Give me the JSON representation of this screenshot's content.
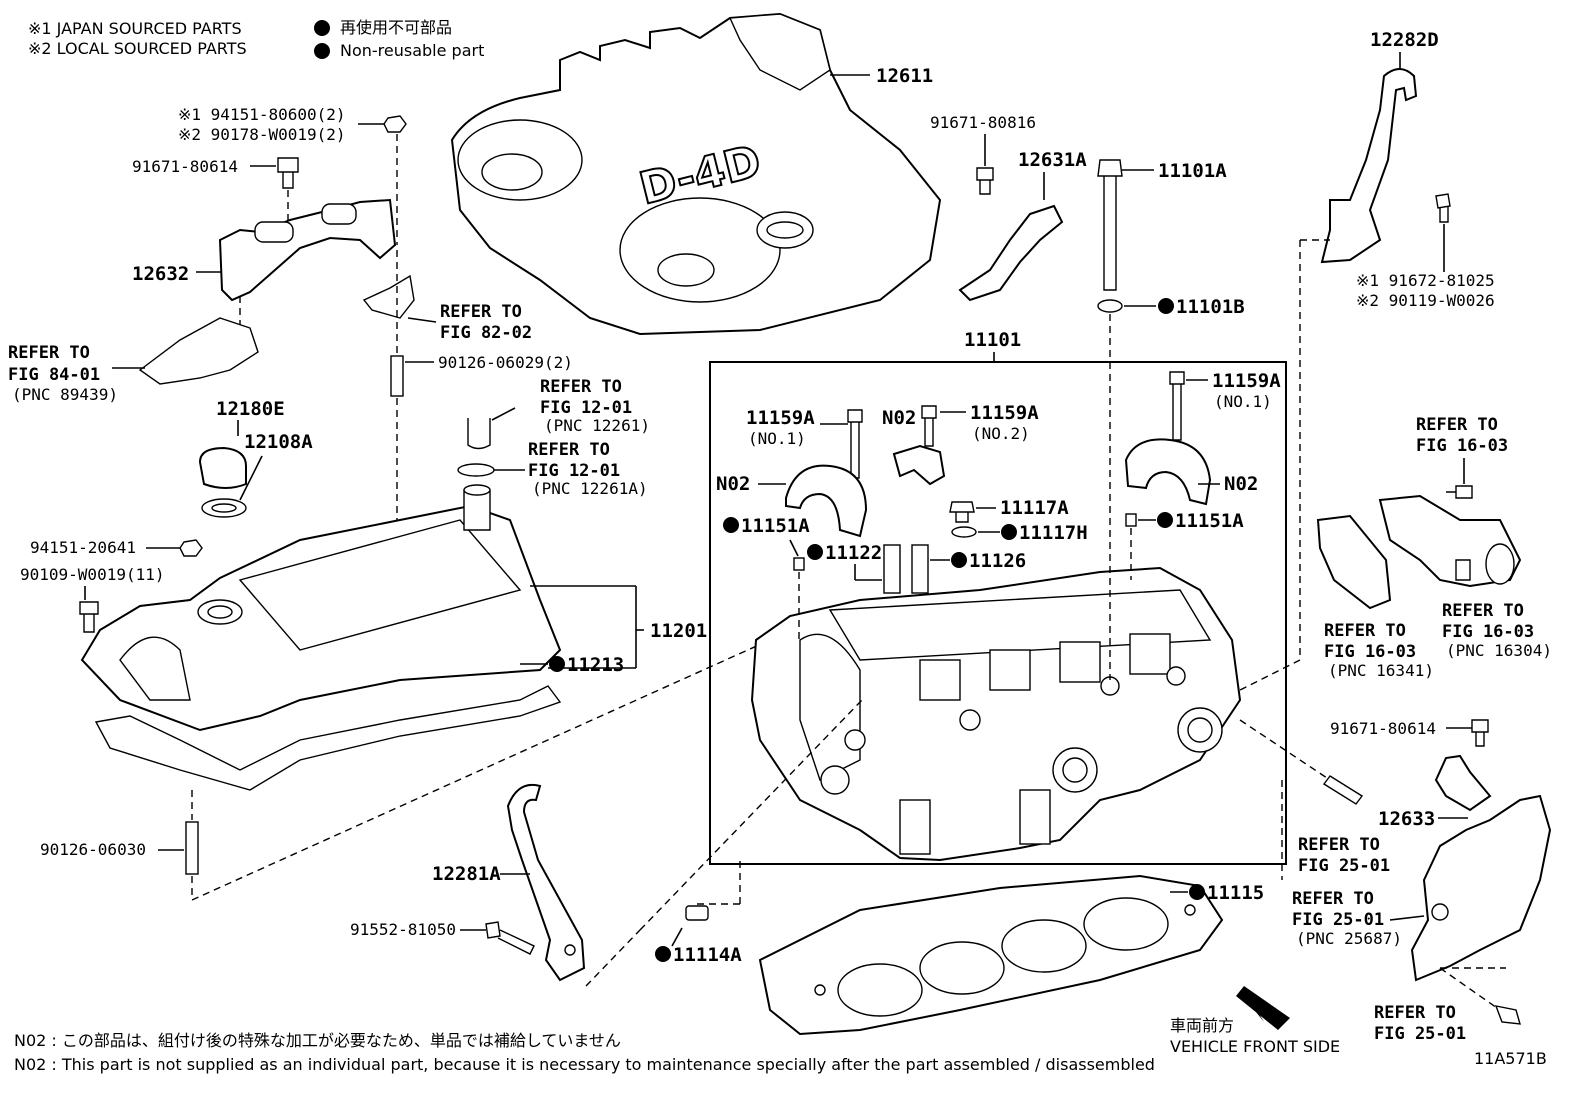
{
  "legend": {
    "japan_sourced": "※1 JAPAN SOURCED PARTS",
    "local_sourced": "※2 LOCAL SOURCED PARTS",
    "non_reusable_jp": "再使用不可部品",
    "non_reusable_en": "Non-reusable part"
  },
  "parts": {
    "p12611": "12611",
    "p91671_80816": "91671-80816",
    "p12631A": "12631A",
    "p11101A": "11101A",
    "p11101B": "11101B",
    "p11101": "11101",
    "p12282D": "12282D",
    "p91672": "※1 91672-81025",
    "p90119": "※2 90119-W0026",
    "p94151_80600": "※1 94151-80600(2)",
    "p90178": "※2 90178-W0019(2)",
    "p91671_80614_top": "91671-80614",
    "p12632": "12632",
    "p90126_06029": "90126-06029(2)",
    "p12180E": "12180E",
    "p12108A": "12108A",
    "p94151_20641": "94151-20641",
    "p90109": "90109-W0019(11)",
    "p11201": "11201",
    "p11213": "11213",
    "p90126_06030": "90126-06030",
    "p11159A_left": "11159A",
    "p11159A_left_no": "(NO.1)",
    "p11159A_mid": "11159A",
    "p11159A_mid_no": "(NO.2)",
    "p11159A_right": "11159A",
    "p11159A_right_no": "(NO.1)",
    "pN02_a": "N02",
    "pN02_b": "N02",
    "pN02_c": "N02",
    "p11117A": "11117A",
    "p11117H": "11117H",
    "p11151A_left": "11151A",
    "p11151A_right": "11151A",
    "p11122": "11122",
    "p11126": "11126",
    "p12281A": "12281A",
    "p91552": "91552-81050",
    "p11114A": "11114A",
    "p11115": "11115",
    "p91671_80614_right": "91671-80614",
    "p12633": "12633"
  },
  "refs": {
    "fig84": {
      "l1": "REFER TO",
      "l2": "FIG 84-01",
      "l3": "(PNC 89439)"
    },
    "fig82": {
      "l1": "REFER TO",
      "l2": "FIG 82-02"
    },
    "fig12a": {
      "l1": "REFER TO",
      "l2": "FIG 12-01",
      "l3": "(PNC 12261)"
    },
    "fig12b": {
      "l1": "REFER TO",
      "l2": "FIG 12-01",
      "l3": "(PNC 12261A)"
    },
    "fig16top": {
      "l1": "REFER TO",
      "l2": "FIG 16-03"
    },
    "fig16a": {
      "l1": "REFER TO",
      "l2": "FIG 16-03",
      "l3": "(PNC 16341)"
    },
    "fig16b": {
      "l1": "REFER TO",
      "l2": "FIG 16-03",
      "l3": "(PNC 16304)"
    },
    "fig25a": {
      "l1": "REFER TO",
      "l2": "FIG 25-01"
    },
    "fig25b": {
      "l1": "REFER TO",
      "l2": "FIG 25-01",
      "l3": "(PNC 25687)"
    },
    "fig25c": {
      "l1": "REFER TO",
      "l2": "FIG 25-01"
    }
  },
  "cover_text": "D-4D",
  "direction": {
    "jp": "車両前方",
    "en": "VEHICLE FRONT SIDE"
  },
  "notes": {
    "jp": "N02 : この部品は、組付け後の特殊な加工が必要なため、単品では補給していません",
    "en": "N02 : This part is not supplied as an individual part, because it is necessary to maintenance specially after the part assembled / disassembled"
  },
  "figure_id": "11A571B"
}
